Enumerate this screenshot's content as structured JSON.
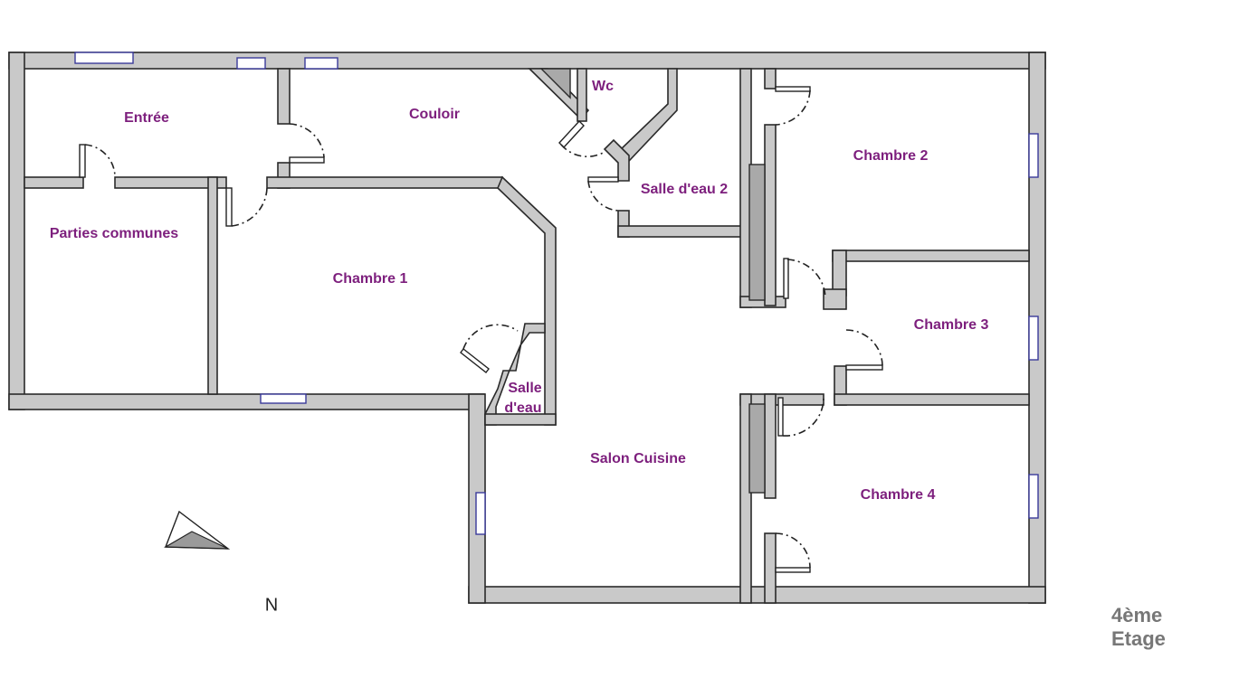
{
  "plan": {
    "rooms": {
      "entree": "Entrée",
      "couloir": "Couloir",
      "wc": "Wc",
      "salle_eau_2": "Salle d'eau 2",
      "chambre_2": "Chambre 2",
      "parties_communes": "Parties communes",
      "chambre_1": "Chambre 1",
      "salle_eau_line1": "Salle",
      "salle_eau_line2": "d'eau",
      "chambre_3": "Chambre 3",
      "salon_cuisine": "Salon Cuisine",
      "chambre_4": "Chambre 4"
    },
    "north_label": "N",
    "floor_label": "4ème Etage"
  },
  "colors": {
    "label": "#7d1f7d",
    "wall": "#c9c9c9",
    "window": "#3a3a9a"
  }
}
